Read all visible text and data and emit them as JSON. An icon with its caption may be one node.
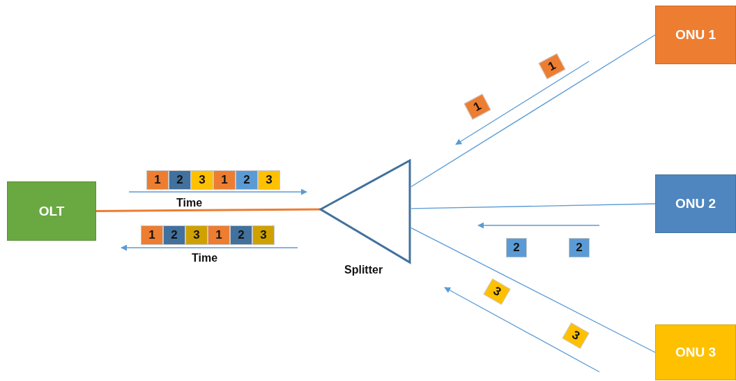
{
  "diagram": {
    "nodes": [
      {
        "text": [
          "ONU 1"
        ]
      },
      {
        "text": [
          "1"
        ]
      },
      {
        "text": [
          "1"
        ]
      },
      {
        "text": [
          "1"
        ]
      },
      {
        "text": [
          "2"
        ]
      },
      {
        "text": [
          "3"
        ]
      },
      {
        "text": [
          "1"
        ]
      },
      {
        "text": [
          "2"
        ]
      },
      {
        "text": [
          "3"
        ]
      },
      {
        "text": [
          "OLT"
        ]
      },
      {
        "text": [
          "ONU 2"
        ]
      },
      {
        "text": [
          "Splitter"
        ]
      },
      {
        "text": [
          "1"
        ]
      },
      {
        "text": [
          "2"
        ]
      },
      {
        "text": [
          "3"
        ]
      },
      {
        "text": [
          "1"
        ]
      },
      {
        "text": [
          "2"
        ]
      },
      {
        "text": [
          "3"
        ]
      },
      {
        "text": [
          "2"
        ]
      },
      {
        "text": [
          "2"
        ]
      },
      {
        "text": [
          "3"
        ]
      },
      {
        "text": [
          "3"
        ]
      },
      {
        "text": [
          "ONU 3"
        ]
      }
    ],
    "edges": [
      {
        "from": 9,
        "to": 11,
        "arrow": "none",
        "style": "thick",
        "color": "#ed7d31"
      },
      {
        "from": 11,
        "to": 0,
        "arrow": "none"
      },
      {
        "from": 11,
        "to": 10,
        "arrow": "none"
      },
      {
        "from": 11,
        "to": 22,
        "arrow": "none"
      }
    ],
    "labels": [
      "Time",
      "Time"
    ]
  }
}
